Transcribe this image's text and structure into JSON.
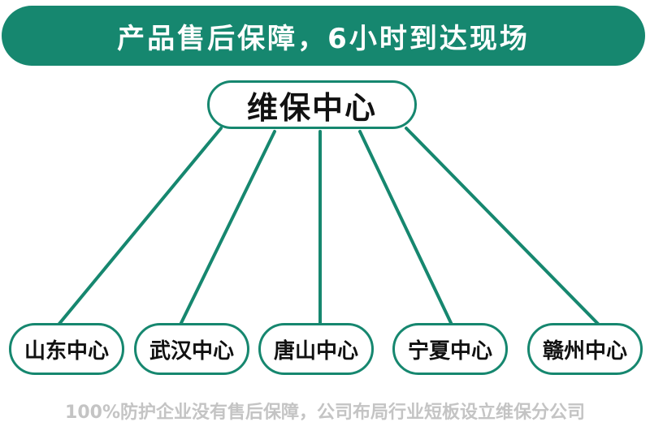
{
  "banner": {
    "text": "产品售后保障，6小时到达现场"
  },
  "hub": {
    "label": "维保中心"
  },
  "centers": [
    {
      "label": "山东中心"
    },
    {
      "label": "武汉中心"
    },
    {
      "label": "唐山中心"
    },
    {
      "label": "宁夏中心"
    },
    {
      "label": "赣州中心"
    }
  ],
  "footer": {
    "text": "100%防护企业没有售后保障，公司布局行业短板设立维保分公司"
  },
  "colors": {
    "accent": "#16876f",
    "footer_text": "#c4c4c4"
  }
}
